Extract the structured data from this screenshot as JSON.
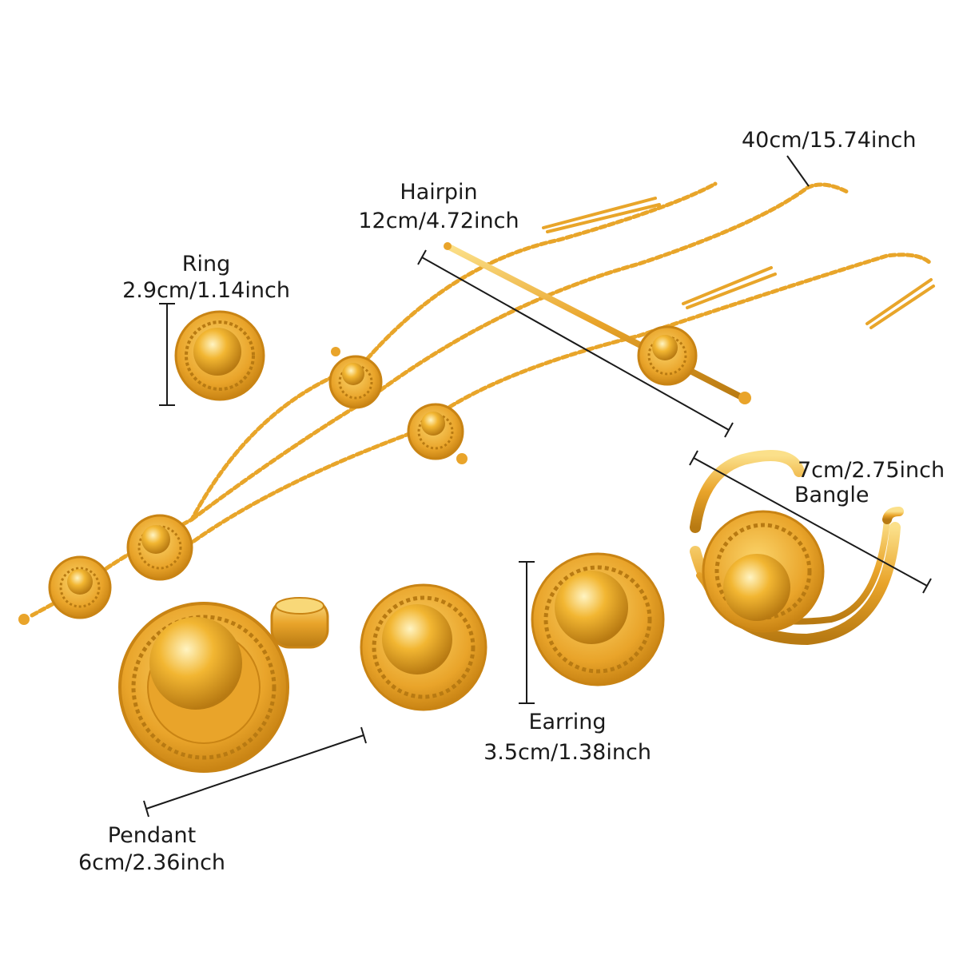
{
  "colors": {
    "gold_light": "#fbe08a",
    "gold_mid": "#f2b632",
    "gold_dark": "#c07f10",
    "chain": "#e8a52a",
    "dimension_line": "#1a1a1a",
    "background": "#ffffff"
  },
  "labels": {
    "necklace_size": "40cm/15.74inch",
    "hairpin_name": "Hairpin",
    "hairpin_size": "12cm/4.72inch",
    "ring_name": "Ring",
    "ring_size": "2.9cm/1.14inch",
    "bangle_size": "7cm/2.75inch",
    "bangle_name": "Bangle",
    "earring_name": "Earring",
    "earring_size": "3.5cm/1.38inch",
    "pendant_name": "Pendant",
    "pendant_size": "6cm/2.36inch"
  }
}
